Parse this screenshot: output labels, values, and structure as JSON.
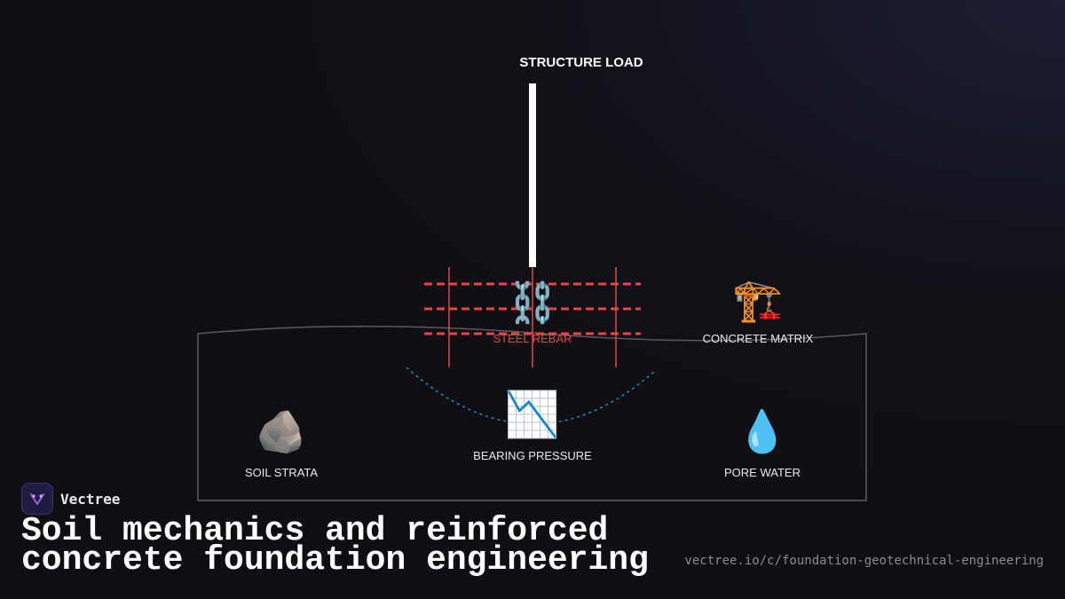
{
  "diagram": {
    "structure_load_label": "STRUCTURE LOAD",
    "steel_rebar": {
      "label": "STEEL REBAR",
      "icon": "chain-icon",
      "glyph": "⛓️",
      "color": "#e84545"
    },
    "concrete_matrix": {
      "label": "CONCRETE MATRIX",
      "icon": "crane-icon",
      "glyph": "🏗️"
    },
    "soil_strata": {
      "label": "SOIL STRATA",
      "icon": "rock-icon",
      "glyph": "🪨"
    },
    "bearing_pressure": {
      "label": "BEARING PRESSURE",
      "icon": "chart-decreasing-icon",
      "glyph": "📉",
      "curve_color": "#1e8fc4"
    },
    "pore_water": {
      "label": "PORE WATER",
      "icon": "droplet-icon",
      "glyph": "💧"
    }
  },
  "brand": {
    "name": "Vectree",
    "icon": "vectree-logo-icon"
  },
  "title": {
    "line1": "Soil mechanics and reinforced",
    "line2": "concrete foundation engineering"
  },
  "url": "vectree.io/c/foundation-geotechnical-engineering",
  "colors": {
    "background": "#0f0f13",
    "accent_red": "#e84545",
    "accent_blue": "#1e8fc4"
  }
}
